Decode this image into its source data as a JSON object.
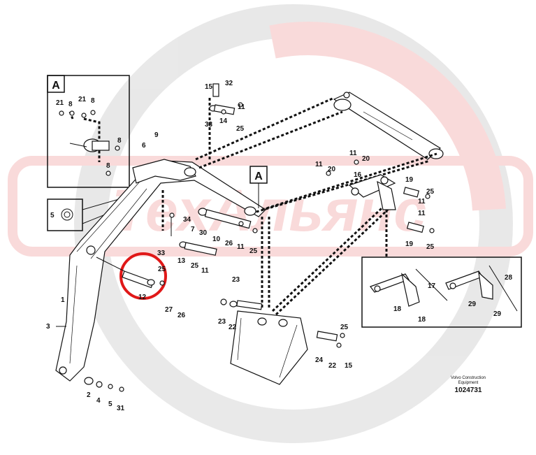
{
  "detail_a_letter": "A",
  "boom_ref_letter": "A",
  "footer": {
    "maker_line1": "Volvo Construction",
    "maker_line2": "Equipment",
    "drawing_number": "1024731"
  },
  "watermark": "ТехАльянс",
  "highlight_color": "#e01818",
  "callouts": {
    "a21a": "21",
    "a8a": "8",
    "a21b": "21",
    "a8b": "8",
    "a8c": "8",
    "a8d": "8",
    "n5": "5",
    "n6": "6",
    "n9": "9",
    "n1": "1",
    "n3": "3",
    "n2": "2",
    "n4": "4",
    "n5b": "5",
    "n31": "31",
    "n12": "12",
    "n25a": "25",
    "n27": "27",
    "n26a": "26",
    "n34": "34",
    "n7": "7",
    "n30": "30",
    "n10": "10",
    "n26b": "26",
    "n11a": "11",
    "n25b": "25",
    "n33a": "33",
    "n13": "13",
    "n25c": "25",
    "n11b": "11",
    "n15a": "15",
    "n32": "32",
    "n11c": "11",
    "n33b": "33",
    "n14": "14",
    "n25d": "25",
    "n11d": "11",
    "n20a": "20",
    "n11e": "11",
    "n20b": "20",
    "n16": "16",
    "n19a": "19",
    "n25e": "25",
    "n11f": "11",
    "n11g": "11",
    "n19b": "19",
    "n25f": "25",
    "n23a": "23",
    "n23b": "23",
    "n22a": "22",
    "n25g": "25",
    "n24": "24",
    "n22b": "22",
    "n15b": "15",
    "n17": "17",
    "n18a": "18",
    "n18b": "18",
    "n28": "28",
    "n29a": "29",
    "n29b": "29"
  }
}
